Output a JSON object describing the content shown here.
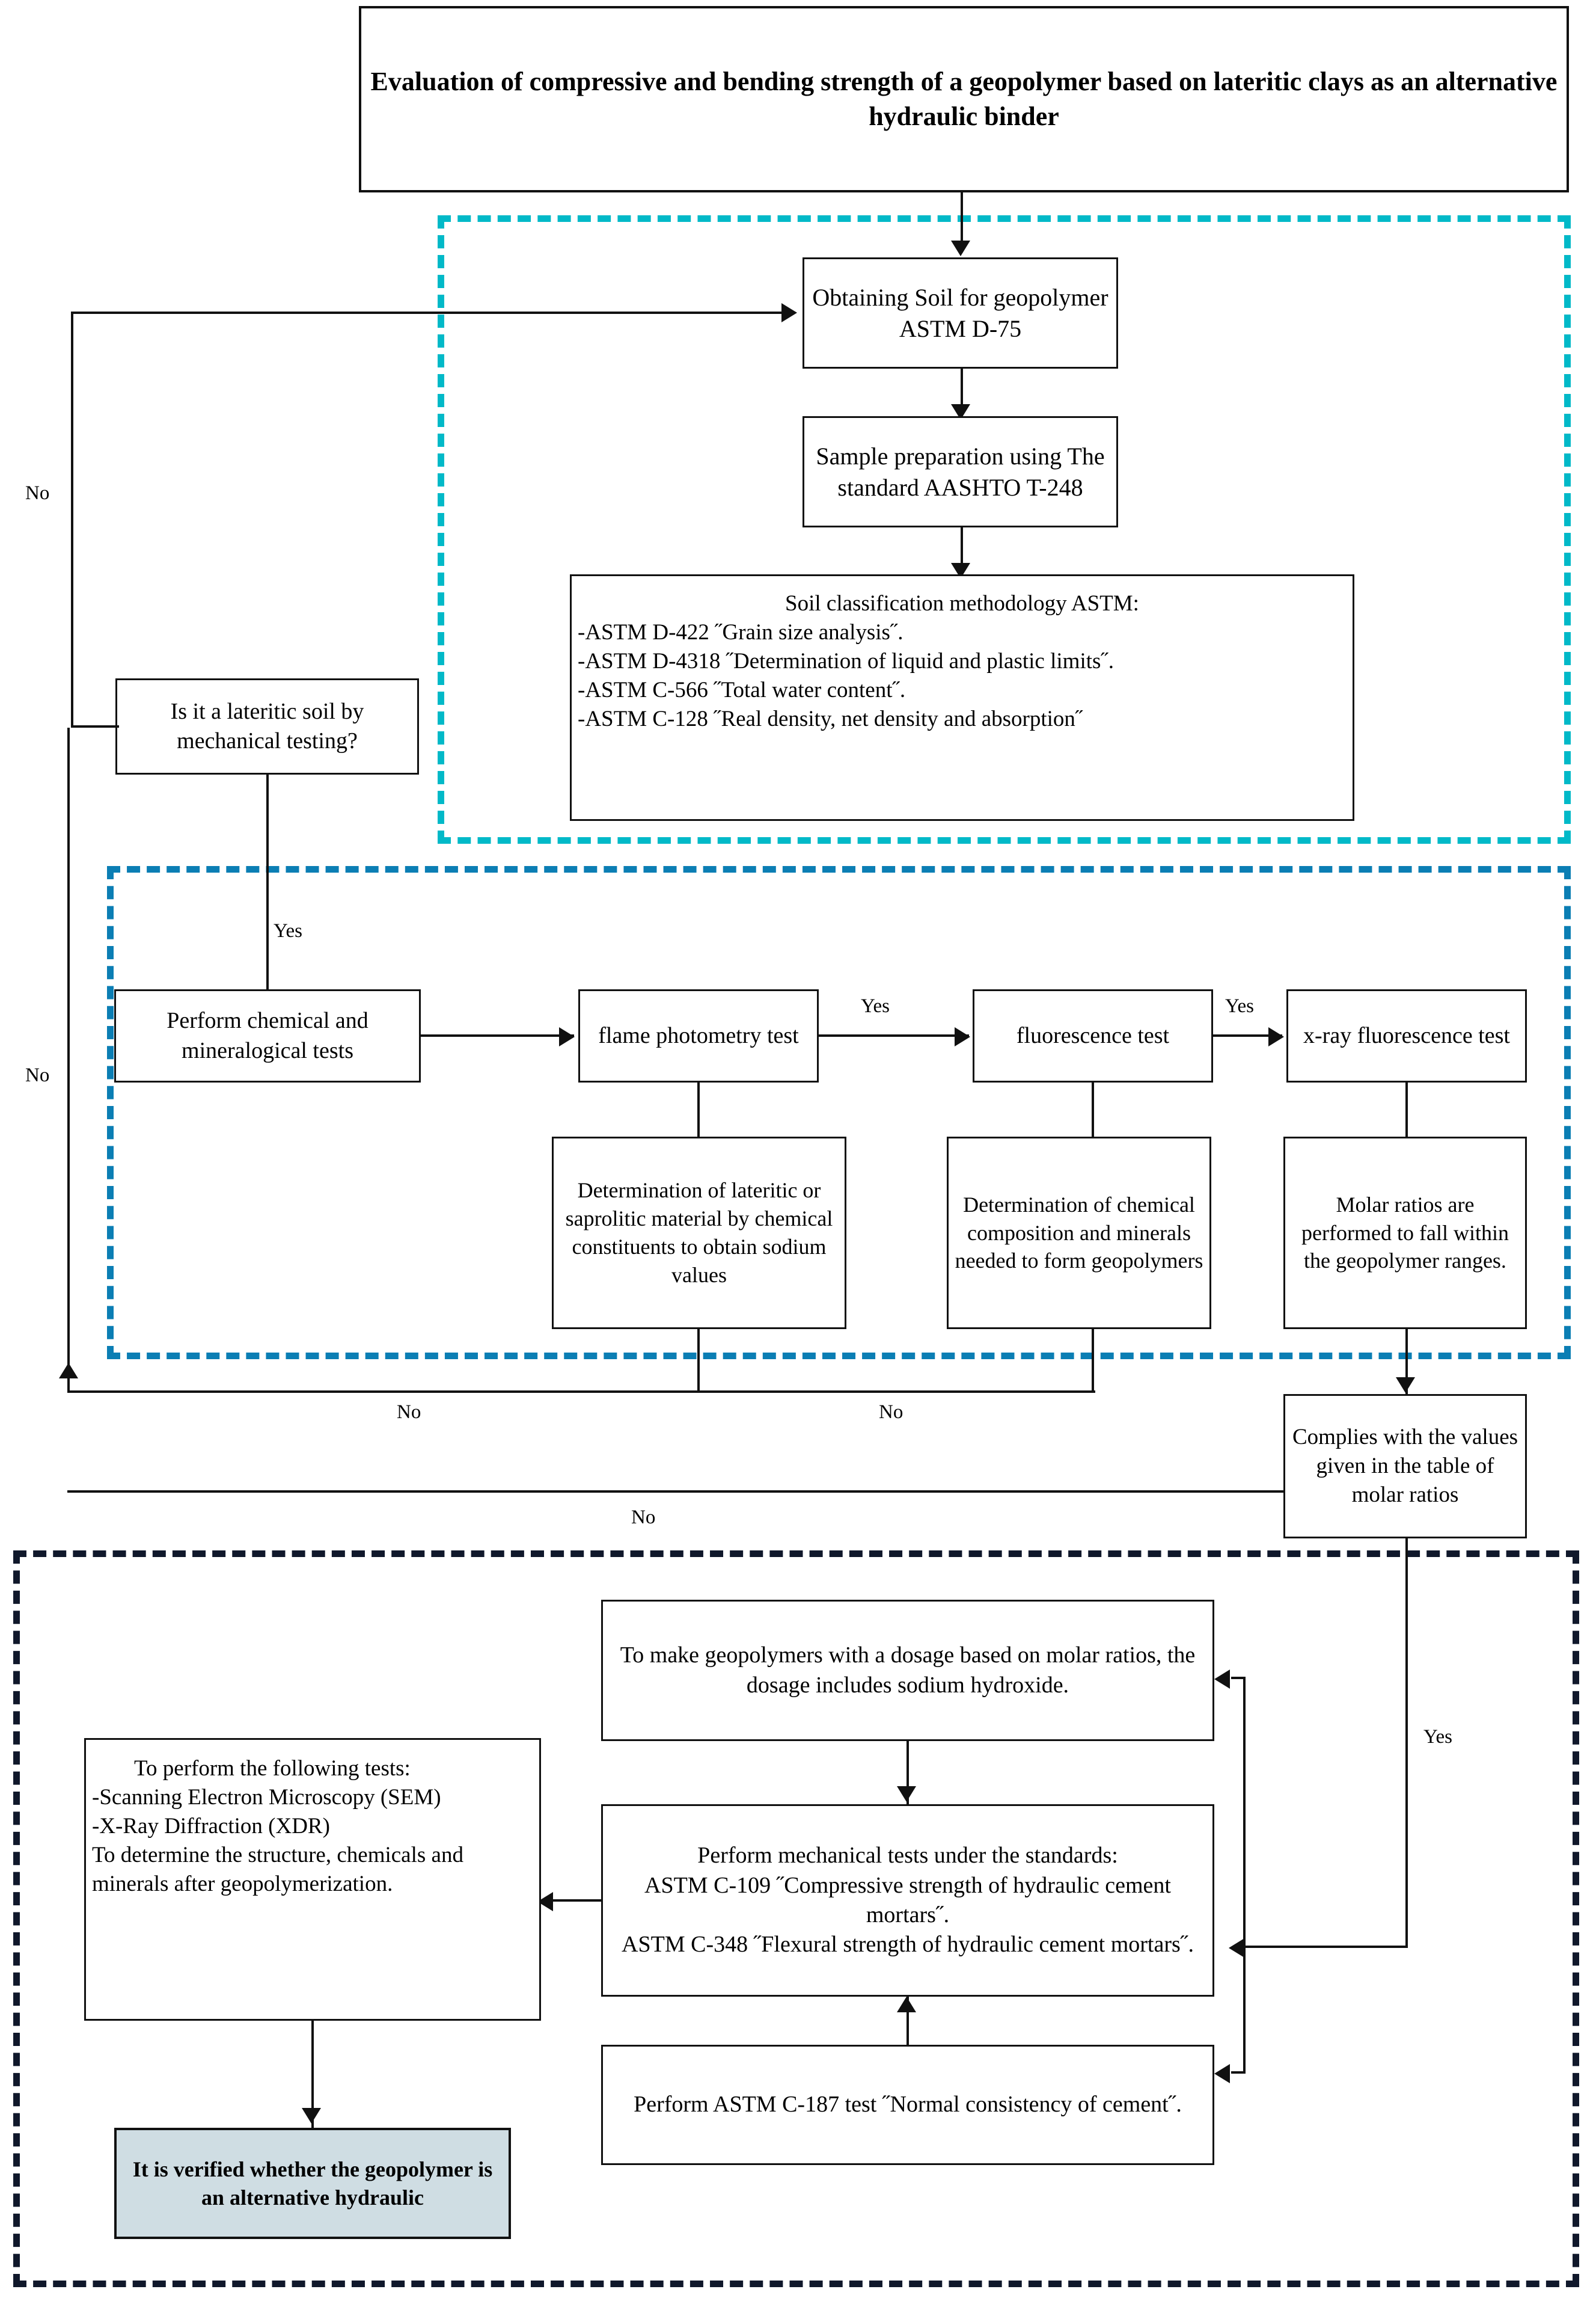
{
  "title": {
    "text": "Evaluation of compressive and bending strength of a geopolymer based on lateritic clays as an alternative hydraulic binder"
  },
  "nodes": {
    "obtaining_soil": "Obtaining Soil for geopolymer ASTM D-75",
    "sample_preparation": "Sample preparation using The standard AASHTO T-248",
    "soil_classification_heading": "Soil classification methodology ASTM:",
    "soil_classification_items": [
      "-ASTM D-422 ˝Grain size analysis˝.",
      " -ASTM D-4318 ˝Determination of liquid and plastic limits˝.",
      "-ASTM C-566 ˝Total water content˝.",
      "-ASTM C-128 ˝Real density, net density and absorption˝"
    ],
    "lateritic_question": "Is it a lateritic soil by mechanical testing?",
    "perform_chem_min": "Perform chemical and mineralogical tests",
    "flame_photometry": "flame photometry test",
    "fluorescence": "fluorescence test",
    "xray_fluorescence": "x-ray fluorescence test",
    "det_lateritic": "Determination of lateritic or saprolitic material by chemical constituents to obtain sodium values",
    "det_chemical": "Determination of chemical composition and minerals needed to form geopolymers",
    "molar_ratios": "Molar ratios are performed to fall within the geopolymer ranges.",
    "complies": "Complies with the values given in the table of molar ratios",
    "make_geopolymers": "To make geopolymers with a dosage based on molar ratios, the dosage includes sodium hydroxide.",
    "mechanical_tests_line1": "Perform mechanical tests under the standards:",
    "mechanical_tests_line2": "ASTM C-109 ˝Compressive strength of hydraulic cement mortars˝.",
    "mechanical_tests_line3": "ASTM C-348 ˝Flexural strength of hydraulic cement mortars˝.",
    "consistency_test": "Perform ASTM C-187 test ˝Normal consistency of cement˝.",
    "following_tests_heading": "To perform the following tests:",
    "following_tests_items": [
      "-Scanning Electron Microscopy (SEM)",
      "-X-Ray Diffraction (XDR)",
      "To determine the structure, chemicals and minerals after geopolymerization."
    ],
    "final_verdict": "It is verified whether the geopolymer is an alternative hydraulic"
  },
  "edge_labels": {
    "no_left_top": "No",
    "no_left_mid": "No",
    "yes_lateritic": "Yes",
    "yes_flame": "Yes",
    "yes_fluor": "Yes",
    "no_flame": "No",
    "no_fluor": "No",
    "no_complies": "No",
    "yes_complies": "Yes"
  },
  "colors": {
    "group_sampling": "#01b9c8",
    "group_chemical": "#0b7eb4",
    "group_mechanical": "#10182b",
    "final_fill": "#cfdde3",
    "line": "#111111"
  }
}
